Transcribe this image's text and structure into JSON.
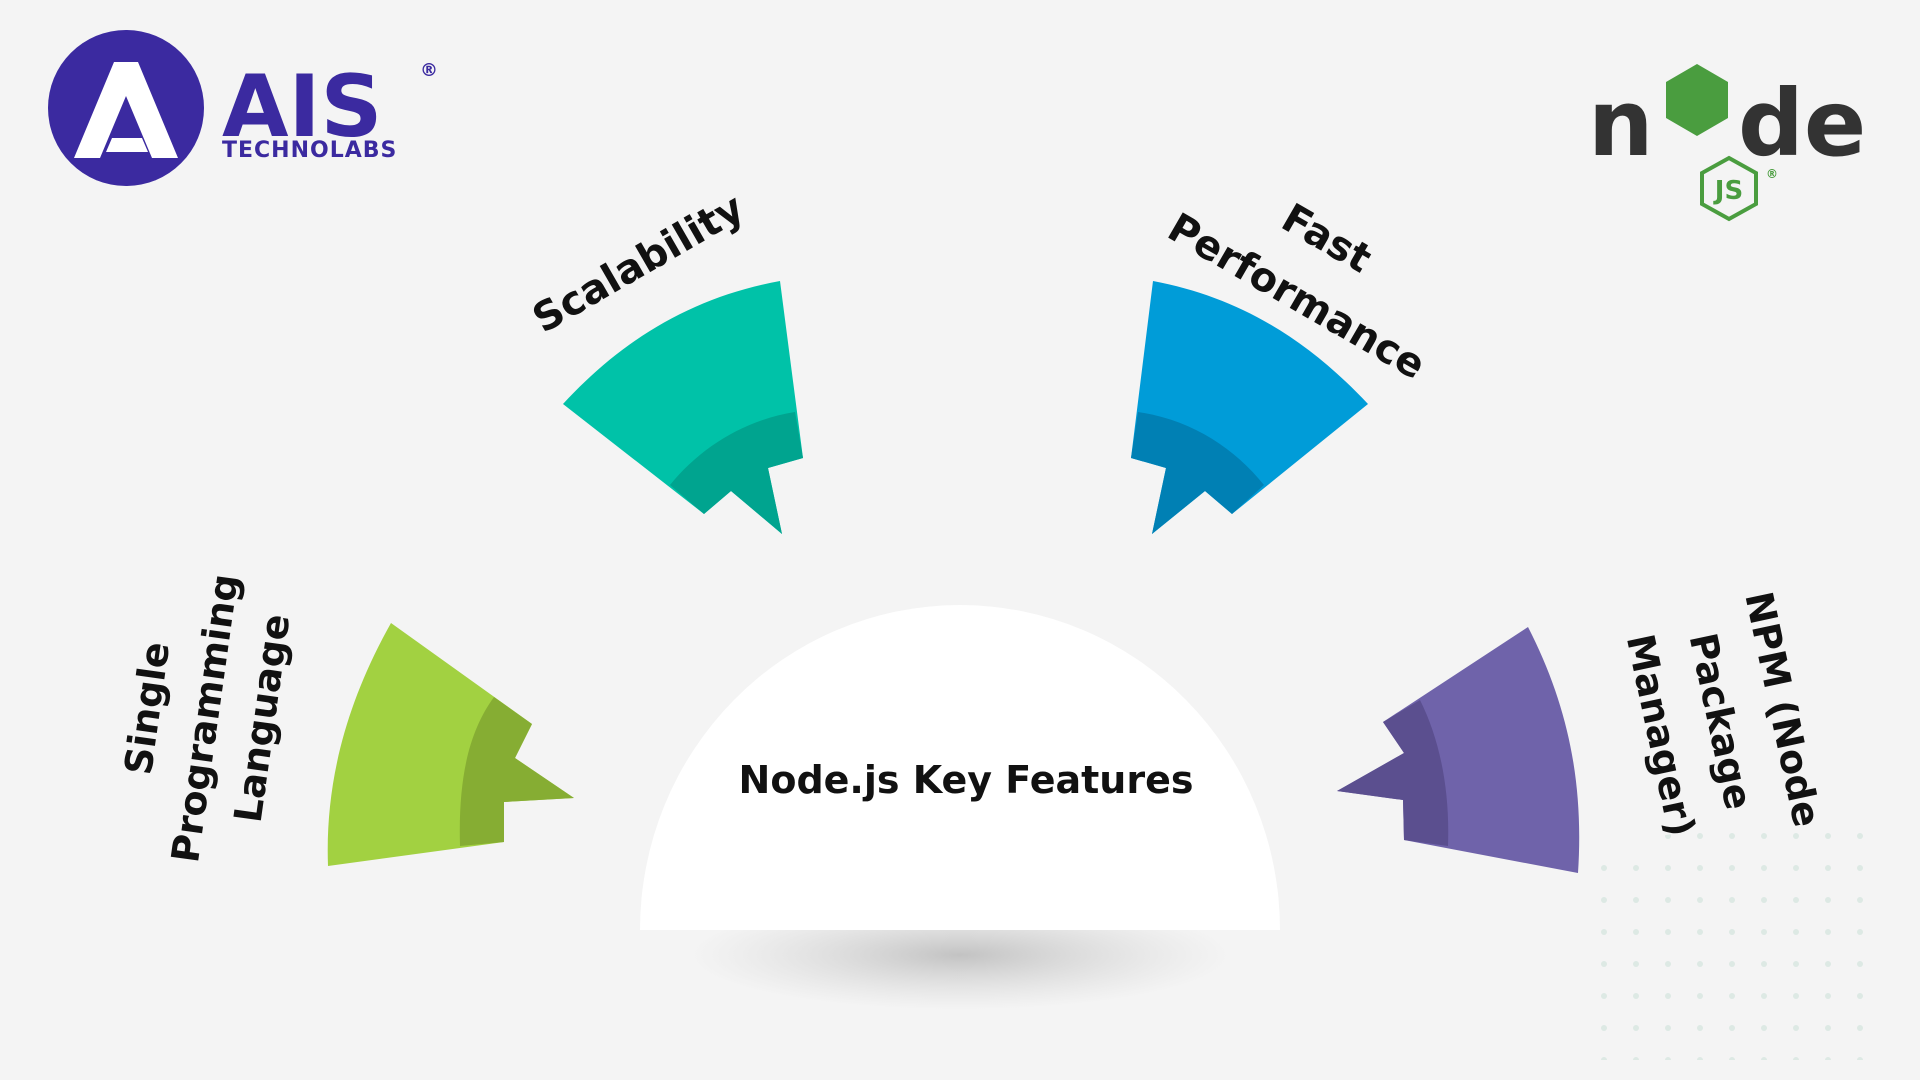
{
  "brand": {
    "logo_letter": "A",
    "name": "AIS",
    "registered": "®",
    "sub": "TECHNOLABS",
    "color": "#3b2aa0"
  },
  "node_logo": {
    "text_left": "n",
    "text_right": "de",
    "js": "JS",
    "registered": "®",
    "dark_color": "#333333",
    "green_color": "#4a9d3f"
  },
  "center": {
    "title": "Node.js Key Features"
  },
  "features": [
    {
      "id": "single-language",
      "lines": [
        "Single",
        "Programming",
        "Language"
      ],
      "color": "#a2d141",
      "shade": "#86ad33"
    },
    {
      "id": "scalability",
      "lines": [
        "Scalability"
      ],
      "color": "#00c2a8",
      "shade": "#00a48f"
    },
    {
      "id": "fast-performance",
      "lines": [
        "Fast",
        "Performance"
      ],
      "color": "#009cd8",
      "shade": "#0080b4"
    },
    {
      "id": "npm",
      "lines": [
        "NPM (Node",
        "Package",
        "Manager)"
      ],
      "color": "#6f63aa",
      "shade": "#5b4f8f"
    }
  ]
}
